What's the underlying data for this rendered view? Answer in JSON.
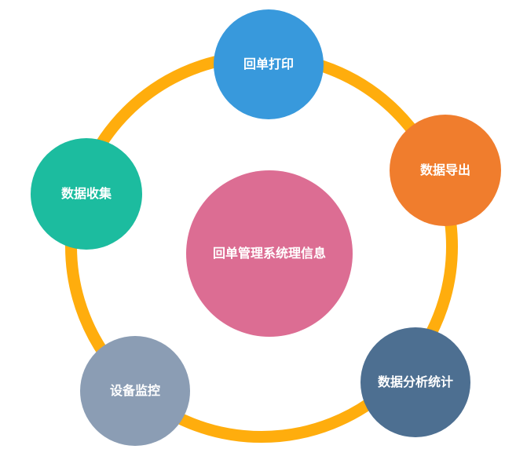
{
  "diagram": {
    "center": {
      "label": "回单管理系统理信息",
      "color": "#dc6d93"
    },
    "nodes": {
      "top": {
        "label": "回单打印",
        "color": "#3899dc"
      },
      "right": {
        "label": "数据导出",
        "color": "#f07d2d"
      },
      "bottom_right": {
        "label": "数据分析统计",
        "color": "#4d6f91"
      },
      "bottom_left": {
        "label": "设备监控",
        "color": "#8b9db4"
      },
      "left": {
        "label": "数据收集",
        "color": "#1cbc9f"
      }
    },
    "ring_color": "#ffad0d"
  }
}
